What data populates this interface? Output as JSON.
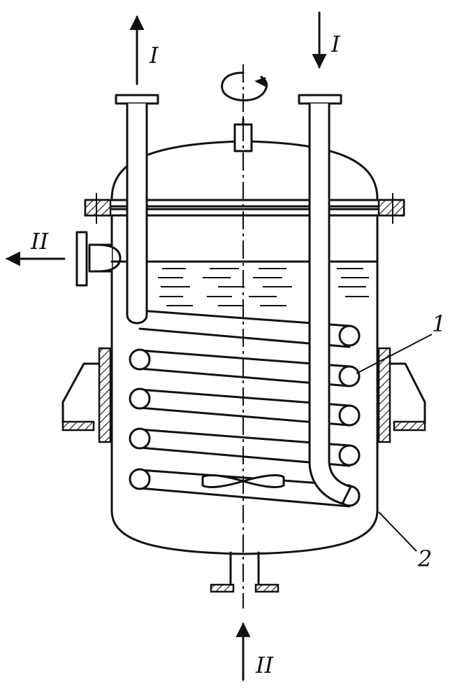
{
  "labels": {
    "stream_1_out": "I",
    "stream_1_in": "I",
    "stream_2_out": "II",
    "stream_2_in": "II",
    "callout_coil": "1",
    "callout_jacket": "2"
  },
  "colors": {
    "ink": "#111111",
    "paper": "#ffffff"
  },
  "coil": {
    "turns": 5
  }
}
